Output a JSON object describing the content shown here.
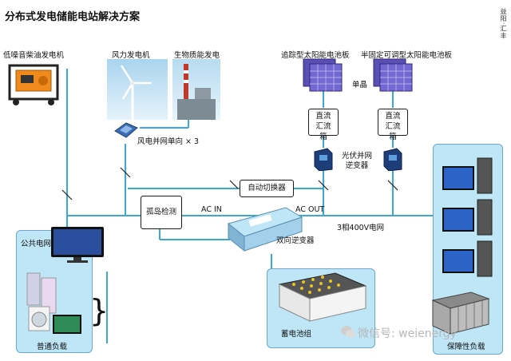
{
  "title": "分布式发电储能电站解决方案",
  "side_tag": "益阳·汇丰",
  "labels": {
    "diesel": "低噪音柴油发电机",
    "wind": "风力发电机",
    "biomass": "生物质能发电",
    "tracking_solar": "追踪型太阳能电池板",
    "semi_fixed_solar": "半固定可调型太阳能电池板",
    "single_crystal": "单晶",
    "dc_combiner_1": "直流\n汇流箱",
    "dc_combiner_2": "直流\n汇流箱",
    "pv_inverter": "光伏并网\n逆变器",
    "wind_grid": "风电并网单向 × 3",
    "auto_switch": "自动切换器",
    "island_detect": "孤岛检测",
    "ac_in": "AC IN",
    "ac_out": "AC OUT",
    "grid_3phase": "3相400V电网",
    "bidirectional_inverter": "双向逆变器",
    "battery": "蓄电池组",
    "public_grid": "公共电网",
    "normal_load": "普通负载",
    "critical_load": "保障性负载",
    "watermark": "微信号: weienergy"
  }
}
